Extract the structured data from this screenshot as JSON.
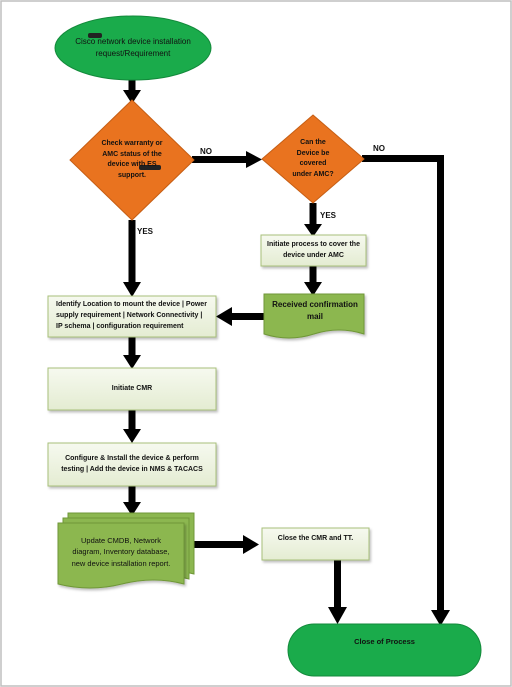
{
  "nodes": {
    "start": "Cisco network device installation request/Requirement",
    "check_warranty": "Check warranty or AMC status of the device with ES support.",
    "can_cover": "Can the Device be covered under AMC?",
    "initiate_cover": "Initiate process to cover the device under AMC",
    "received_mail": "Received confirmation mail",
    "identify_location": "Identify Location to mount the device | Power supply requirement | Network Connectivity | IP schema | configuration requirement",
    "initiate_cmr": "Initiate CMR",
    "configure_install": "Configure & Install the device & perform testing | Add the device in NMS & TACACS",
    "update_cmdb": "Update CMDB, Network diagram, Inventory database, new device installation report.",
    "close_cmr": "Close the CMR and TT.",
    "close_process": "Close of Process"
  },
  "edge_labels": {
    "no_1": "NO",
    "no_2": "NO",
    "yes_1": "YES",
    "yes_2": "YES"
  },
  "colors": {
    "start_fill": "#1aab4b",
    "decision_fill": "#e9731f",
    "process_fill": "#eef3e2",
    "process_border": "#a8c07a",
    "document_fill": "#8cb750",
    "arrow": "#000000",
    "frame": "#bfbfbf"
  }
}
